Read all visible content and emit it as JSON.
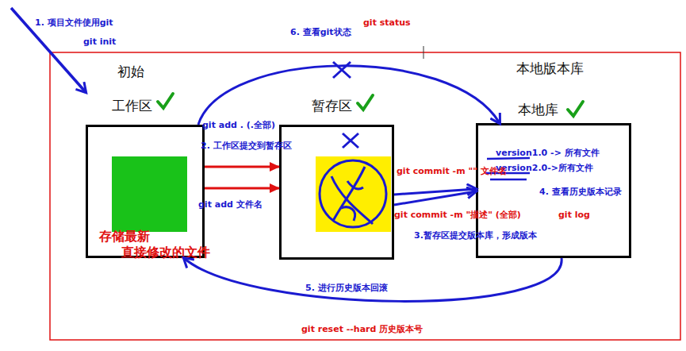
{
  "diagram": {
    "nodes": [
      {
        "text": [
          "工作区",
          "存储最新 直接修改的文件"
        ]
      },
      {
        "text": [
          "暂存区"
        ]
      },
      {
        "text": [
          "本地库",
          "version1.0 -> 所有文件",
          "version2.0->所有文件"
        ]
      }
    ],
    "edges": [
      {
        "from": 0,
        "to": 1,
        "arrow": "to",
        "label": "git add . (.全部)"
      },
      {
        "from": 0,
        "to": 1,
        "arrow": "to",
        "label": "git add 文件名"
      },
      {
        "from": 1,
        "to": 2,
        "arrow": "to",
        "label": "git commit -m \"\" 文件名"
      },
      {
        "from": 1,
        "to": 2,
        "arrow": "to",
        "label": "git commit -m \"描述\" (全部)"
      },
      {
        "from": 2,
        "to": 0,
        "arrow": "to",
        "label": "5. 进行历史版本回滚"
      },
      {
        "from": 0,
        "to": 2,
        "arrow": "to"
      }
    ],
    "labels": [
      "1. 项目文件使用git",
      "git init",
      "6. 查看git状态",
      "git status",
      "初始",
      "本地版本库",
      "2. 工作区提交到暂存区",
      "3.暂存区提交版本库，形成版本",
      "4. 查看历史版本记录",
      "git log",
      "git reset --hard 历史版本号"
    ]
  }
}
